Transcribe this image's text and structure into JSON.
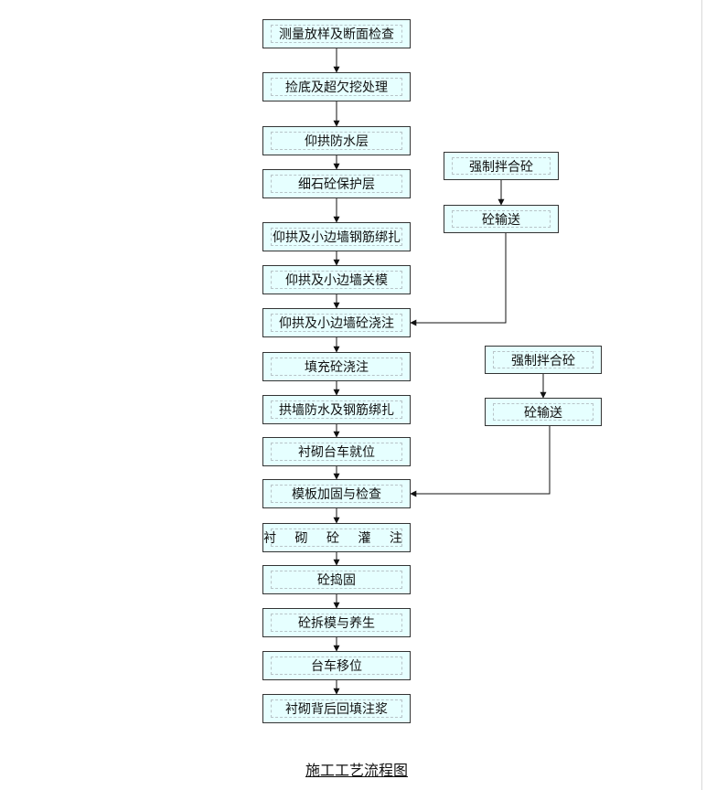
{
  "main_steps": [
    "测量放样及断面检查",
    "捡底及超欠挖处理",
    "仰拱防水层",
    "细石砼保护层",
    "仰拱及小边墙钢筋绑扎",
    "仰拱及小边墙关模",
    "仰拱及小边墙砼浇注",
    "填充砼浇注",
    "拱墙防水及钢筋绑扎",
    "衬砌台车就位",
    "模板加固与检查",
    "衬 砌 砼 灌 注",
    "砼捣固",
    "砼拆模与养生",
    "台车移位",
    "衬砌背后回填注浆"
  ],
  "side_branch_1": [
    "强制拌合砼",
    "砼输送"
  ],
  "side_branch_2": [
    "强制拌合砼",
    "砼输送"
  ],
  "caption": "施工工艺流程图"
}
